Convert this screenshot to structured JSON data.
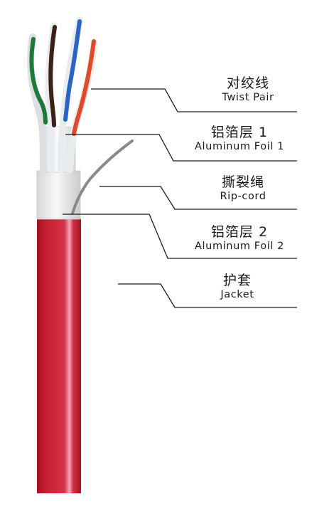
{
  "components": [
    {
      "id": "twist-pair",
      "name_cn": "对绞线",
      "name_en": "Twist Pair"
    },
    {
      "id": "aluminum-foil-1",
      "name_cn": "铝箔层 1",
      "name_en": "Aluminum Foil 1"
    },
    {
      "id": "rip-cord",
      "name_cn": "撕裂绳",
      "name_en": "Rip-cord"
    },
    {
      "id": "aluminum-foil-2",
      "name_cn": "铝箔层 2",
      "name_en": "Aluminum Foil 2"
    },
    {
      "id": "jacket",
      "name_cn": "护套",
      "name_en": "Jacket"
    }
  ],
  "colors": {
    "jacket": "#c41e2e",
    "jacket_highlight": "#f2a3b6",
    "wire_green": "#1f7a3a",
    "wire_brown": "#3b2218",
    "wire_blue": "#2a64c4",
    "wire_orange": "#e04a2a",
    "insulation": "#eef0f2",
    "rip_cord": "#8a8a8a",
    "leader_line": "#1a1a1a"
  }
}
